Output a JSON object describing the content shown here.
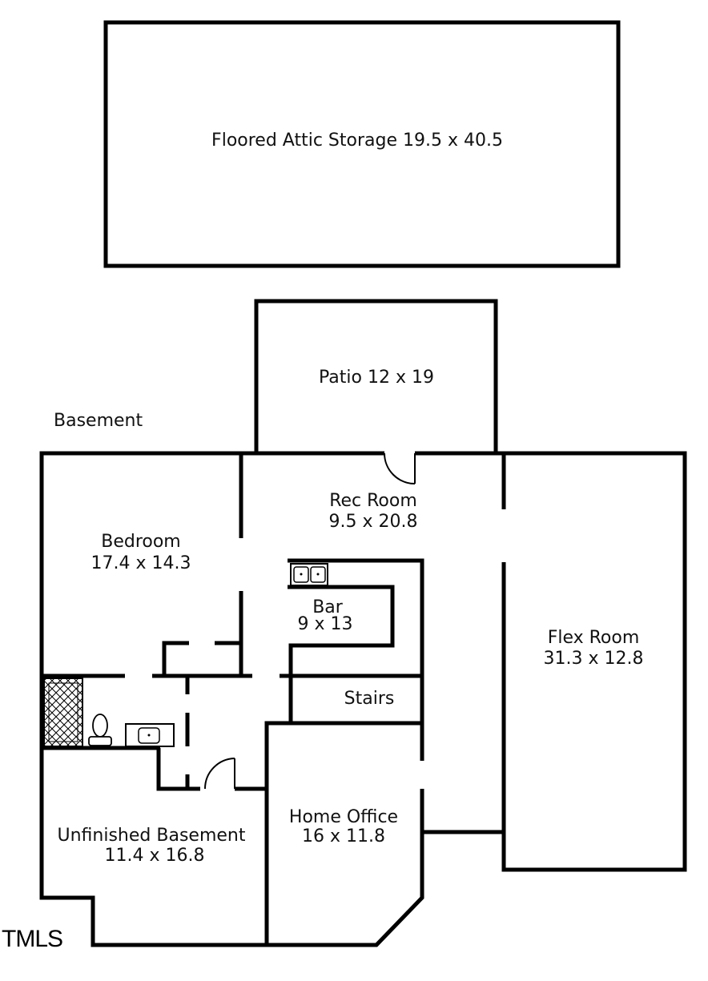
{
  "attic": {
    "label": "Floored Attic Storage 19.5 x 40.5"
  },
  "level_title": "Basement",
  "rooms": {
    "patio": {
      "name": "Patio 12 x 19"
    },
    "rec_room": {
      "name": "Rec Room",
      "dims": "9.5 x 20.8"
    },
    "bedroom": {
      "name": "Bedroom",
      "dims": "17.4 x 14.3"
    },
    "bar": {
      "name": "Bar",
      "dims": "9 x 13"
    },
    "flex_room": {
      "name": "Flex Room",
      "dims": "31.3 x 12.8"
    },
    "stairs": {
      "name": "Stairs"
    },
    "home_office": {
      "name": "Home Office",
      "dims": "16 x 11.8"
    },
    "unfinished": {
      "name": "Unfinished Basement",
      "dims": "11.4 x 16.8"
    }
  },
  "watermark": "TMLS"
}
